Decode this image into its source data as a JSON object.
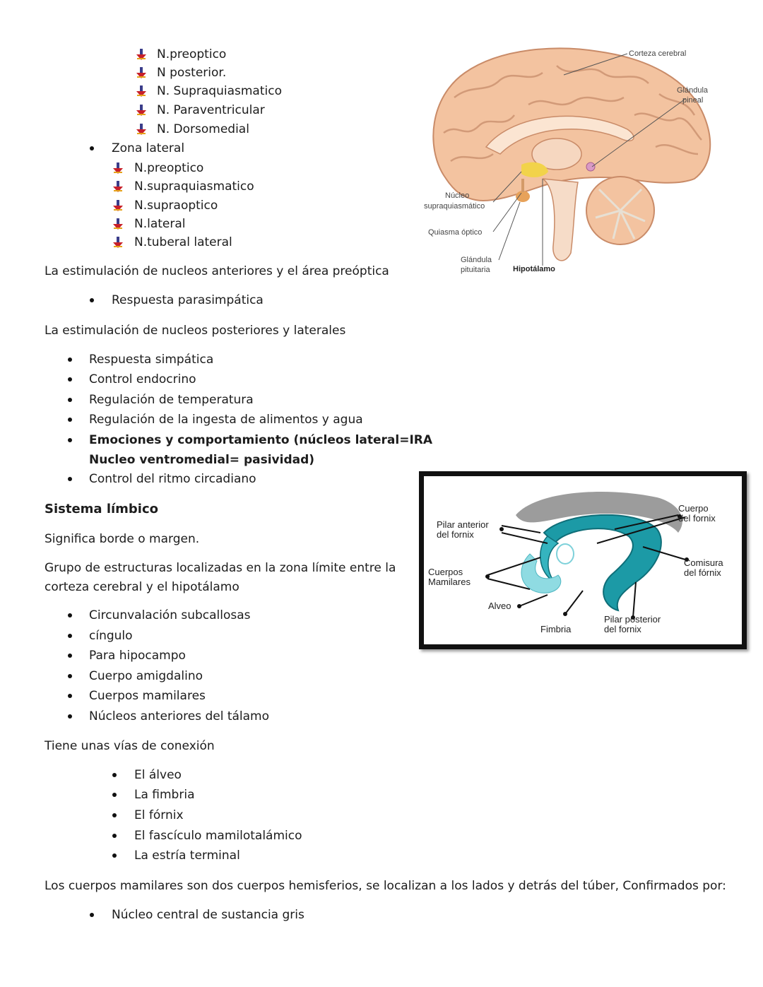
{
  "hypothalamus_list": {
    "medial_items": [
      "N.preoptico",
      "N posterior.",
      "N. Supraquiasmatico",
      "N. Paraventricular",
      "N. Dorsomedial"
    ],
    "lateral_zone_label": "Zona lateral",
    "lateral_items": [
      "N.preoptico",
      "N.supraquiasmatico",
      "N.supraoptico",
      "N.lateral",
      "N.tuberal lateral"
    ]
  },
  "stim_anterior": {
    "text": "La estimulación de nucleos anteriores y el área preóptica",
    "items": [
      "Respuesta parasimpática"
    ]
  },
  "stim_posterior": {
    "text": "La estimulación de nucleos posteriores y laterales",
    "items": [
      "Respuesta simpática",
      "Control endocrino",
      "Regulación de temperatura",
      "Regulación de la ingesta de alimentos y agua"
    ],
    "emotions_line1": "Emociones y comportamiento (núcleos lateral=IRA",
    "emotions_line2": "Nucleo ventromedial= pasividad)",
    "last_item": "Control del ritmo circadiano"
  },
  "limbic": {
    "heading": "Sistema límbico",
    "meaning": "Significa borde o margen.",
    "desc_line1": "Grupo de estructuras localizadas en la zona límite entre la",
    "desc_line2": "corteza cerebral y el hipotálamo",
    "structures": [
      "Circunvalación subcallosas",
      "cíngulo",
      "Para hipocampo",
      "Cuerpo amigdalino",
      "Cuerpos mamilares",
      "Núcleos anteriores del tálamo"
    ],
    "pathways_intro": "Tiene unas vías de conexión",
    "pathways": [
      "El álveo",
      "La fimbria",
      "El fórnix",
      "El fascículo mamilotalámico",
      "La estría terminal"
    ],
    "mamillary_text": "Los cuerpos mamilares son dos cuerpos hemisferios, se localizan a los lados y detrás del túber, Confirmados por:",
    "mamillary_items": [
      "Núcleo central de sustancia gris"
    ]
  },
  "brain_figure": {
    "labels": {
      "cortex": "Corteza cerebral",
      "pineal_1": "Glándula",
      "pineal_2": "pineal",
      "scn_1": "Núcleo",
      "scn_2": "supraquiasmático",
      "chiasm": "Quiasma óptico",
      "pituitary_1": "Glándula",
      "pituitary_2": "pituitaria",
      "hypothalamus": "Hipotálamo"
    }
  },
  "fornix_figure": {
    "labels": {
      "anterior_pillar_1": "Pilar anterior",
      "anterior_pillar_2": "del fornix",
      "mamillary_1": "Cuerpos",
      "mamillary_2": "Mamilares",
      "alveus": "Alveo",
      "fimbria": "Fimbria",
      "posterior_pillar_1": "Pilar posterior",
      "posterior_pillar_2": "del fornix",
      "body_1": "Cuerpo",
      "body_2": "del fornix",
      "commissure_1": "Comisura",
      "commissure_2": "del fórnix"
    }
  }
}
